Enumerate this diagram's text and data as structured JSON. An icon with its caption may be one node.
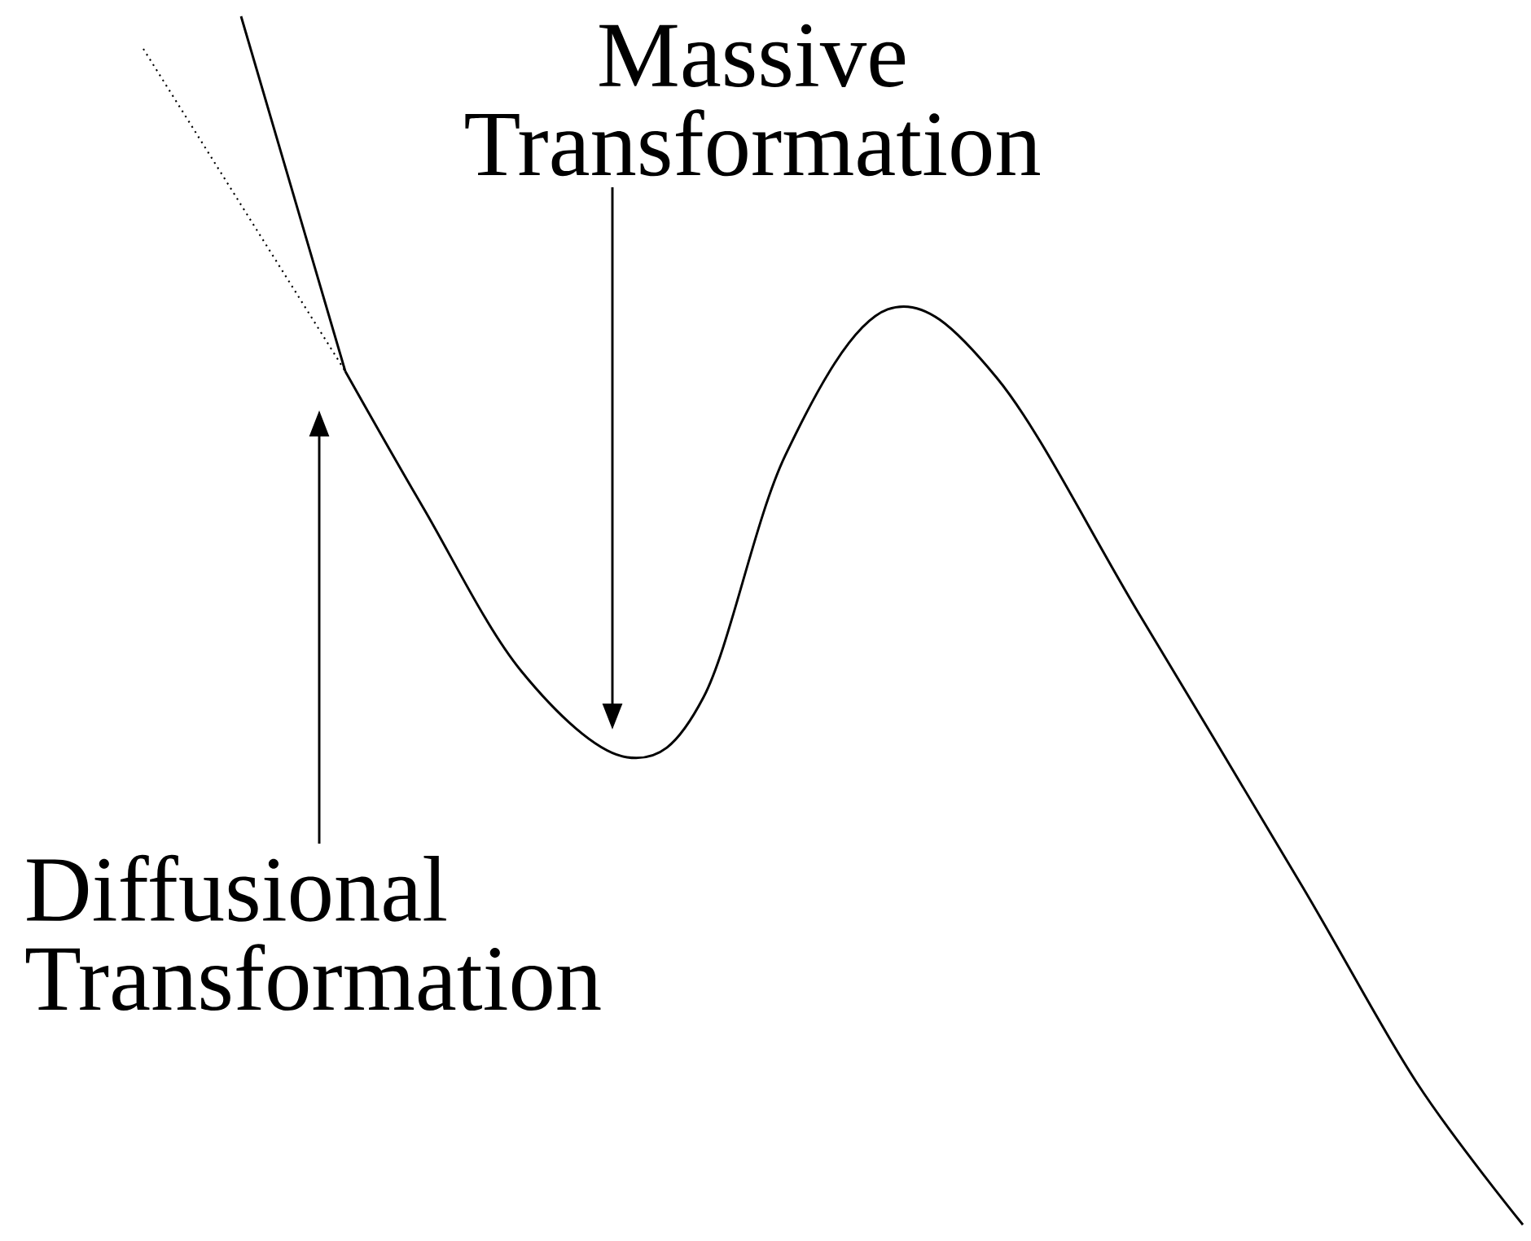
{
  "diagram": {
    "nodes": [
      {
        "text": [
          "Massive Transformation"
        ]
      },
      {
        "text": [
          "Diffusional Transformation"
        ]
      }
    ],
    "edges": [
      {
        "from": 0,
        "to": null,
        "arrow": "to"
      },
      {
        "from": 1,
        "to": null,
        "arrow": "to"
      }
    ]
  }
}
